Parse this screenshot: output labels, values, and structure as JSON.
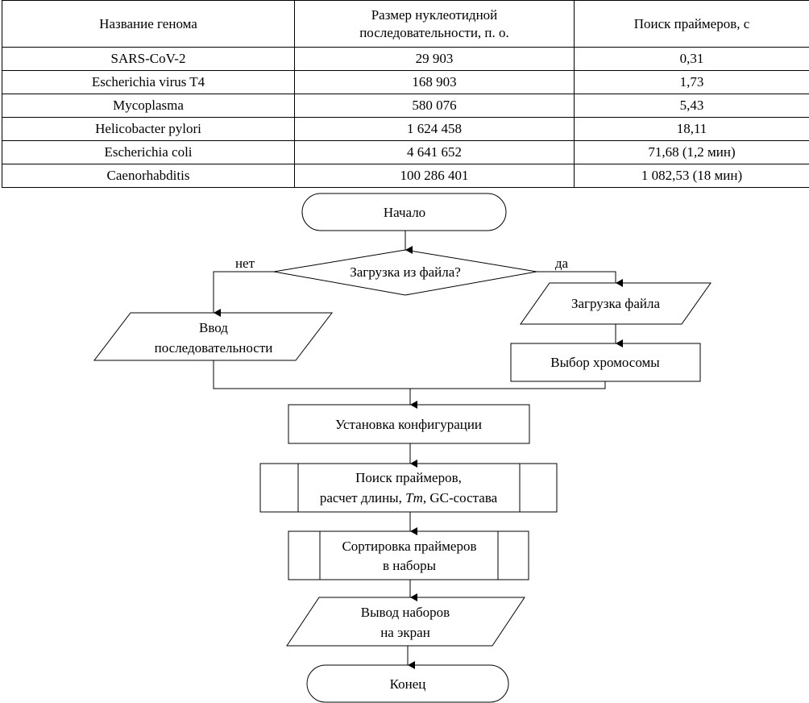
{
  "table": {
    "headers": [
      {
        "lines": [
          "Название генома"
        ]
      },
      {
        "lines": [
          "Размер нуклеотидной",
          "последовательности, п. о."
        ]
      },
      {
        "lines": [
          "Поиск праймеров, с"
        ]
      }
    ],
    "rows": [
      {
        "name": "SARS-CoV-2",
        "size": "29 903",
        "time": "0,31"
      },
      {
        "name": "Escherichia virus T4",
        "size": "168 903",
        "time": "1,73"
      },
      {
        "name": "Mycoplasma",
        "size": "580 076",
        "time": "5,43"
      },
      {
        "name": "Helicobacter pylori",
        "size": "1 624 458",
        "time": "18,11"
      },
      {
        "name": "Escherichia coli",
        "size": "4 641 652",
        "time": "71,68 (1,2 мин)"
      },
      {
        "name": "Caenorhabditis",
        "size": "100 286 401",
        "time": "1 082,53 (18 мин)"
      }
    ]
  },
  "flowchart": {
    "start": "Начало",
    "decision": "Загрузка из файла?",
    "label_no": "нет",
    "label_yes": "да",
    "load_file": "Загрузка файла",
    "choose_chromosome": "Выбор хромосомы",
    "input_sequence": [
      "Ввод",
      "последовательности"
    ],
    "set_config": "Установка конфигурации",
    "primer_search": {
      "line1": "Поиск праймеров,",
      "line2_prefix": "расчет длины, ",
      "line2_italic": "Tm",
      "line2_suffix": ", GC-состава"
    },
    "sort_primers": [
      "Сортировка праймеров",
      "в наборы"
    ],
    "output_sets": [
      "Вывод наборов",
      "на экран"
    ],
    "end": "Конец"
  }
}
